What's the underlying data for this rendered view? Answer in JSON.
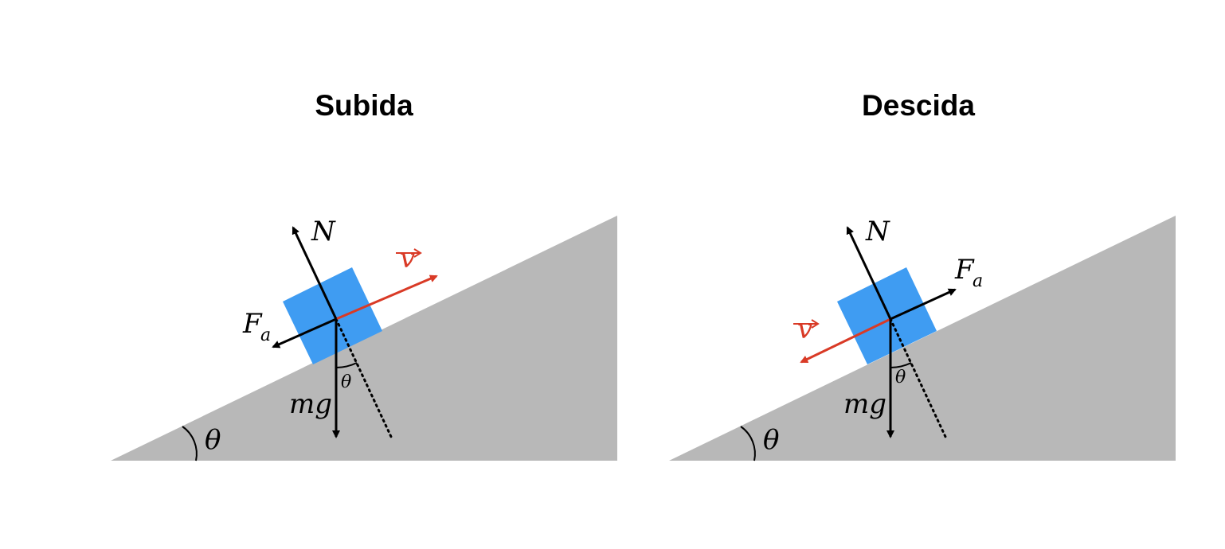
{
  "colors": {
    "incline": "#b8b8b8",
    "block": "#3f9cf2",
    "force_arrow": "#000000",
    "velocity_arrow": "#d93a26"
  },
  "panels": [
    {
      "title": "Subida",
      "labels": {
        "normal": "N",
        "friction_main": "F",
        "friction_sub": "a",
        "weight": "mg",
        "velocity": "v",
        "angle_block": "θ",
        "angle_incline": "θ"
      },
      "velocity_direction": "up-slope",
      "friction_direction": "down-slope"
    },
    {
      "title": "Descida",
      "labels": {
        "normal": "N",
        "friction_main": "F",
        "friction_sub": "a",
        "weight": "mg",
        "velocity": "v",
        "angle_block": "θ",
        "angle_incline": "θ"
      },
      "velocity_direction": "down-slope",
      "friction_direction": "up-slope"
    }
  ]
}
